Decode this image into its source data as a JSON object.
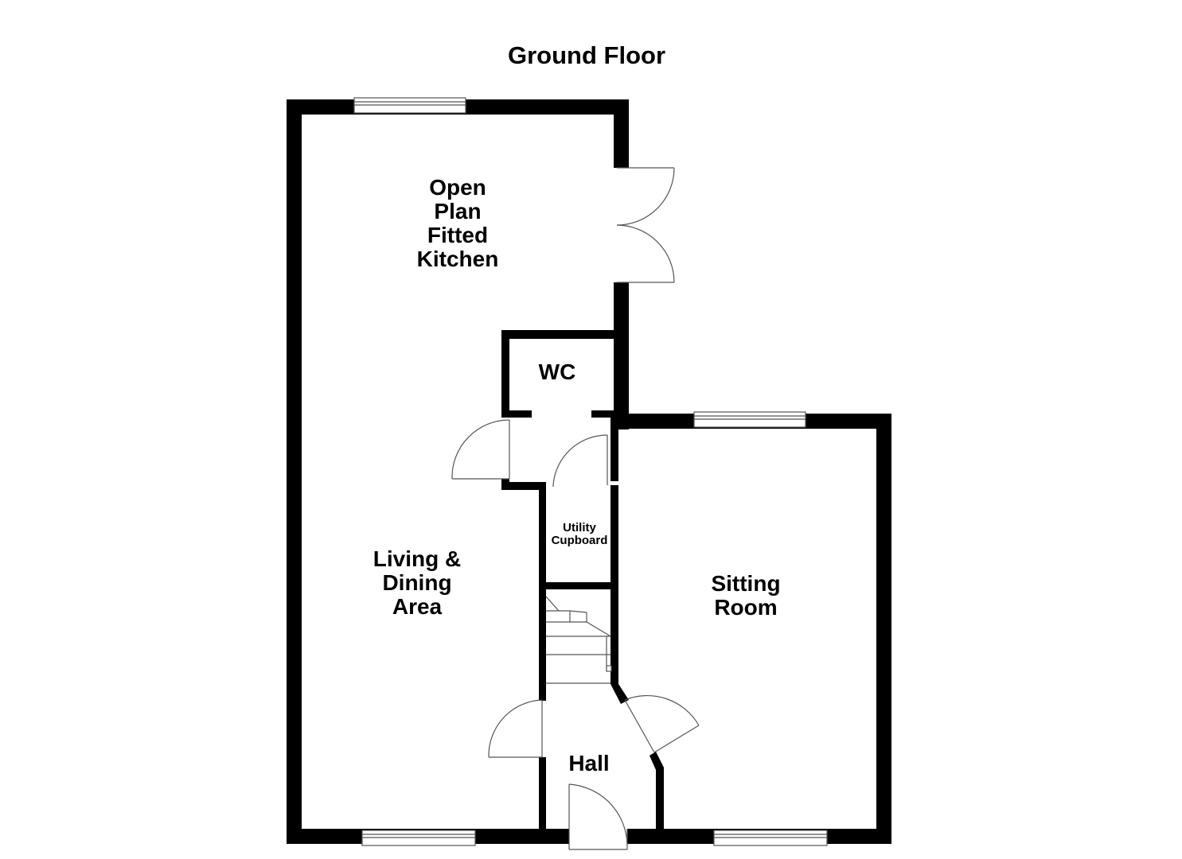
{
  "title": "Ground Floor",
  "rooms": {
    "kitchen": [
      "Open",
      "Plan",
      "Fitted",
      "Kitchen"
    ],
    "wc": [
      "WC"
    ],
    "utility": [
      "Utility",
      "Cupboard"
    ],
    "living": [
      "Living &",
      "Dining",
      "Area"
    ],
    "sitting": [
      "Sitting",
      "Room"
    ],
    "hall": [
      "Hall"
    ]
  },
  "colors": {
    "wall": "#000000",
    "line": "#555555",
    "background": "#ffffff"
  }
}
